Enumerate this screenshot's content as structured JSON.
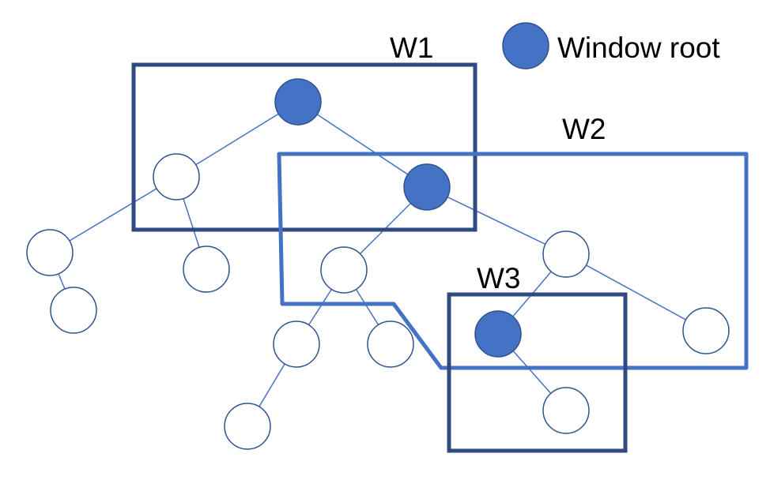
{
  "legend": {
    "label": "Window root",
    "marker_color": "#4472c4"
  },
  "windows": [
    {
      "id": "W1",
      "label": "W1",
      "border_color": "#2f4a80"
    },
    {
      "id": "W2",
      "label": "W2",
      "border_color": "#4472c4"
    },
    {
      "id": "W3",
      "label": "W3",
      "border_color": "#2f4a80"
    }
  ],
  "colors": {
    "edge": "#4472c4",
    "node_outline": "#2f528f",
    "window_root_fill": "#4472c4",
    "node_fill": "#ffffff"
  },
  "tree": {
    "nodes": [
      {
        "id": "n1",
        "window_root": true
      },
      {
        "id": "n2",
        "window_root": false
      },
      {
        "id": "n3",
        "window_root": true
      },
      {
        "id": "n4",
        "window_root": false
      },
      {
        "id": "n5",
        "window_root": false
      },
      {
        "id": "n6",
        "window_root": false
      },
      {
        "id": "n7",
        "window_root": false
      },
      {
        "id": "n8",
        "window_root": false
      },
      {
        "id": "n9",
        "window_root": false
      },
      {
        "id": "n10",
        "window_root": false
      },
      {
        "id": "n11",
        "window_root": false
      },
      {
        "id": "n12",
        "window_root": true
      },
      {
        "id": "n13",
        "window_root": false
      },
      {
        "id": "n14",
        "window_root": false
      }
    ],
    "edges": [
      [
        "n1",
        "n2"
      ],
      [
        "n1",
        "n3"
      ],
      [
        "n2",
        "n4"
      ],
      [
        "n2",
        "n5"
      ],
      [
        "n4",
        "n6"
      ],
      [
        "n3",
        "n7"
      ],
      [
        "n3",
        "n8"
      ],
      [
        "n7",
        "n9"
      ],
      [
        "n7",
        "n10"
      ],
      [
        "n9",
        "n11"
      ],
      [
        "n8",
        "n12"
      ],
      [
        "n8",
        "n13"
      ],
      [
        "n12",
        "n14"
      ]
    ]
  }
}
